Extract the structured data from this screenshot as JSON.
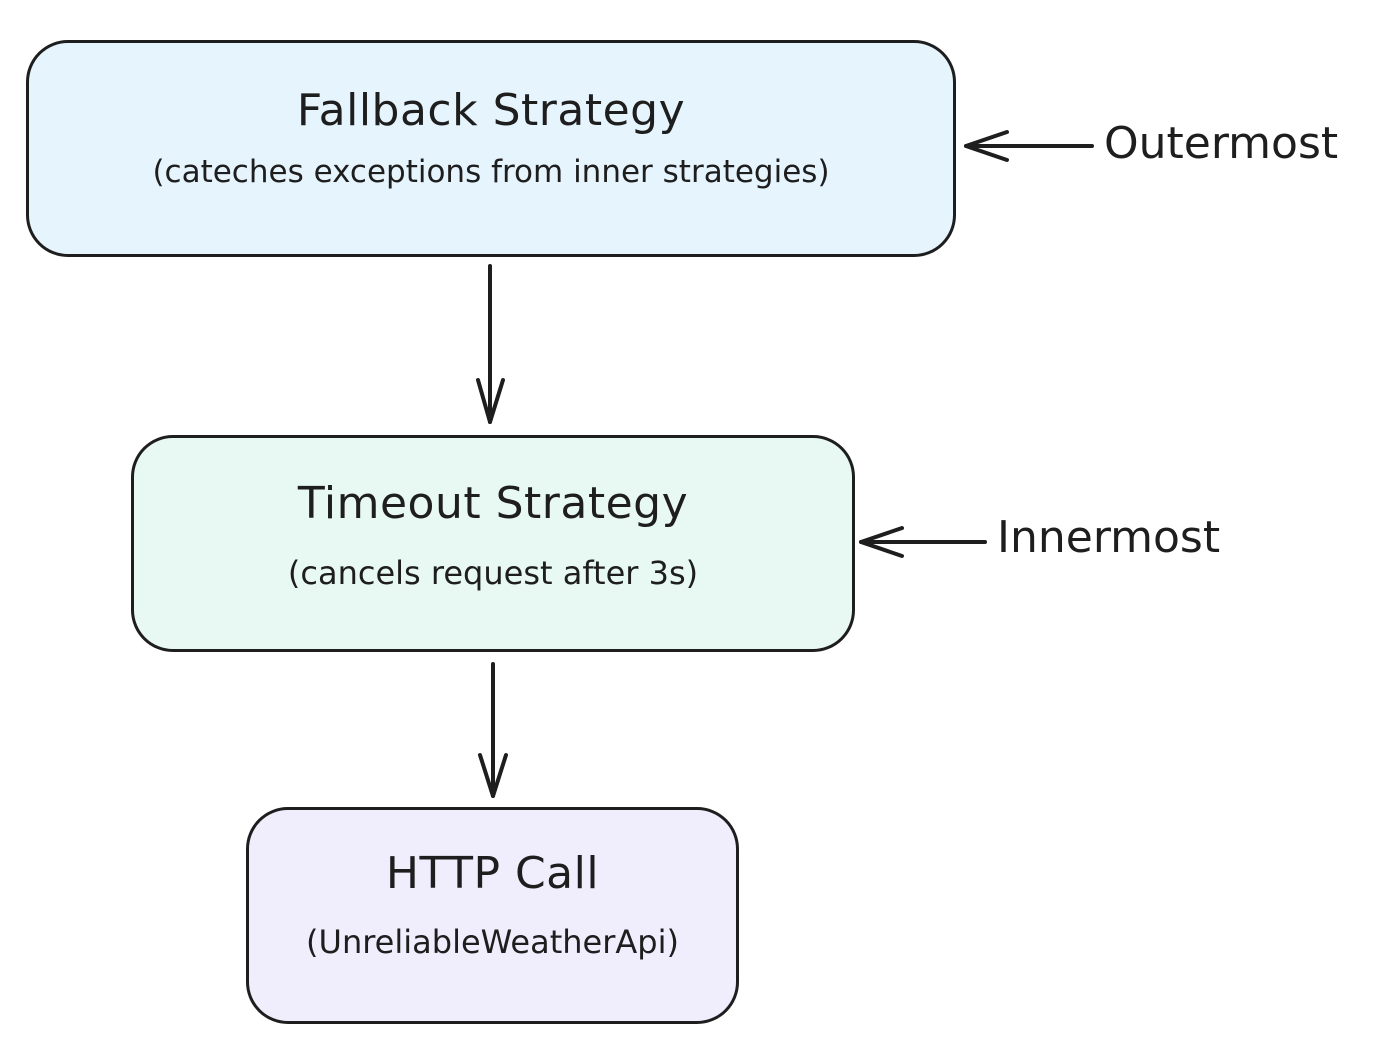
{
  "nodes": {
    "fallback": {
      "title": "Fallback Strategy",
      "subtitle": "(cateches exceptions from inner strategies)",
      "fill": "#e6f4fd"
    },
    "timeout": {
      "title": "Timeout Strategy",
      "subtitle": "(cancels request after 3s)",
      "fill": "#e8f8f3"
    },
    "http": {
      "title": "HTTP Call",
      "subtitle": "(UnreliableWeatherApi)",
      "fill": "#f0eefc"
    }
  },
  "labels": {
    "outermost": "Outermost",
    "innermost": "Innermost"
  },
  "edges": [
    {
      "from": "fallback",
      "to": "timeout"
    },
    {
      "from": "timeout",
      "to": "http"
    },
    {
      "from": "outermost-label",
      "to": "fallback"
    },
    {
      "from": "innermost-label",
      "to": "timeout"
    }
  ],
  "colors": {
    "stroke": "#1e1e1e",
    "background": "#ffffff"
  }
}
